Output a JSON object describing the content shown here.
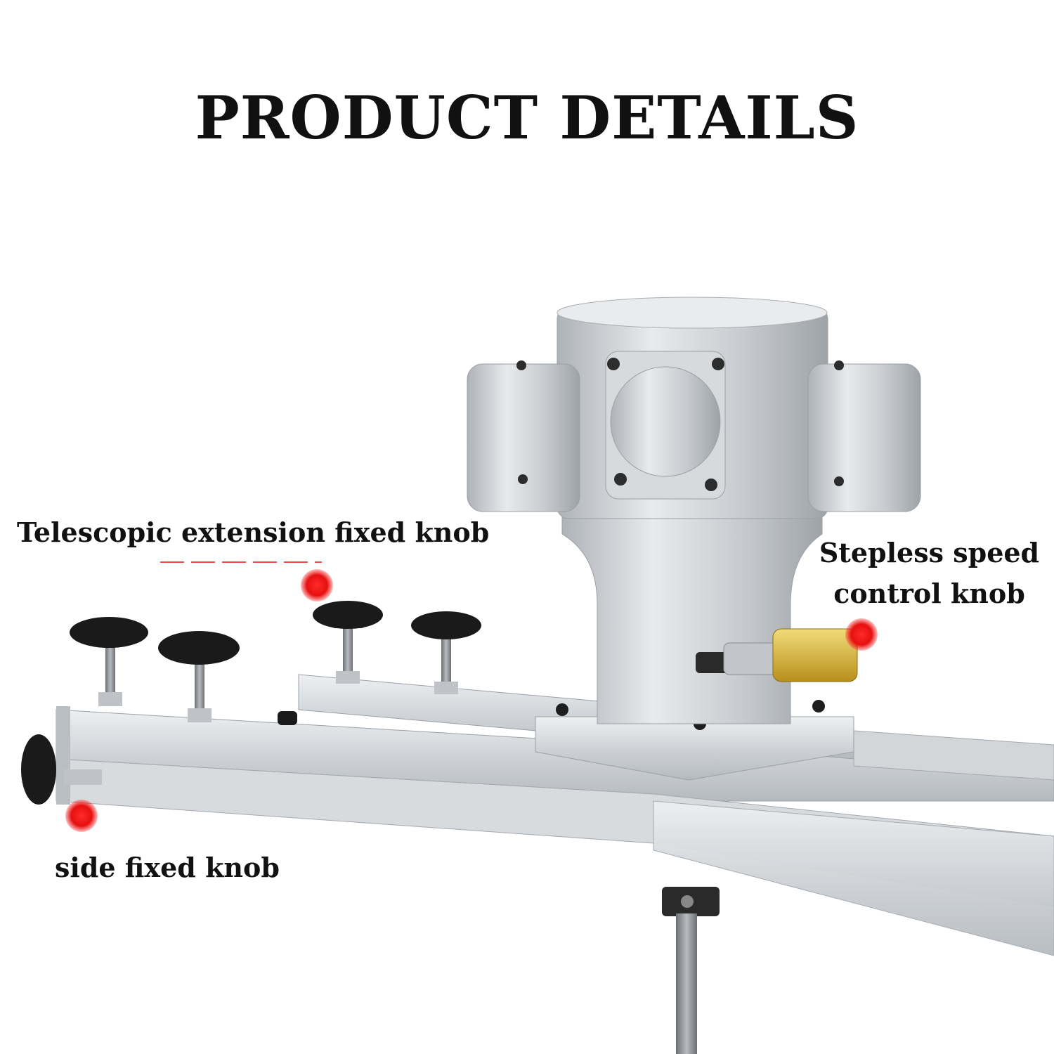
{
  "title": "PRODUCT DETAILS",
  "labels": {
    "telescopic": "Telescopic extension fixed knob",
    "stepless_line1": "Stepless speed",
    "stepless_line2": "control knob",
    "side": "side fixed knob"
  },
  "colors": {
    "accent_marker": "#e61010",
    "metal": "#c9cdd2",
    "knob": "#1a1a1a",
    "brass": "#d4b13a"
  }
}
